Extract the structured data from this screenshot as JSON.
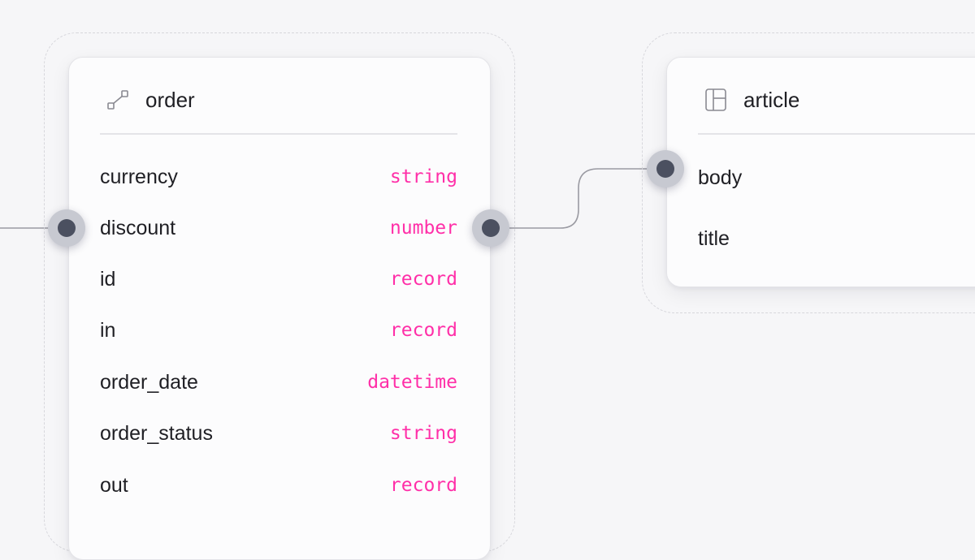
{
  "tables": [
    {
      "id": "order",
      "title": "order",
      "icon": "relation-icon",
      "fields": [
        {
          "name": "currency",
          "type": "string"
        },
        {
          "name": "discount",
          "type": "number"
        },
        {
          "name": "id",
          "type": "record"
        },
        {
          "name": "in",
          "type": "record"
        },
        {
          "name": "order_date",
          "type": "datetime"
        },
        {
          "name": "order_status",
          "type": "string"
        },
        {
          "name": "out",
          "type": "record"
        }
      ]
    },
    {
      "id": "article",
      "title": "article",
      "icon": "table-layout-icon",
      "fields": [
        {
          "name": "body"
        },
        {
          "name": "title"
        }
      ]
    }
  ],
  "colors": {
    "field_type": "#ff2fa8",
    "handle_outer": "#c7c9d1",
    "handle_inner": "#4b5060",
    "edge": "#9a9aa2"
  }
}
